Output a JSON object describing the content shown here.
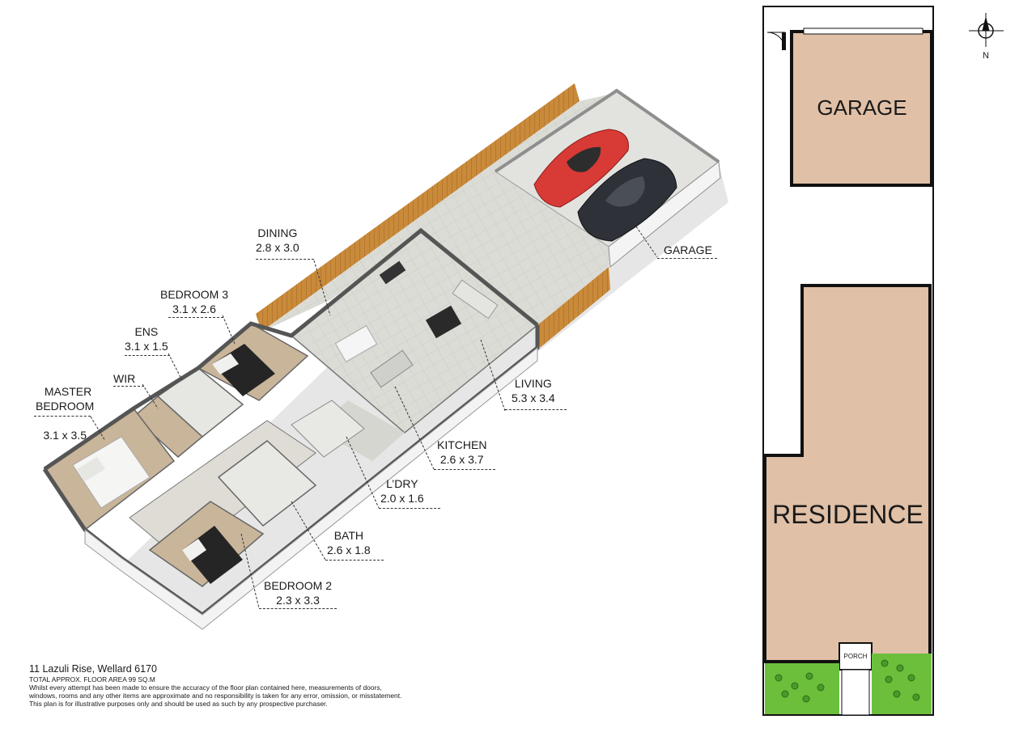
{
  "colors": {
    "floor_tile": "#d8d8d2",
    "carpet": "#c9b59a",
    "fence": "#c98a3a",
    "wall": "#ffffff",
    "site_building": "#e0c0a6",
    "site_outline": "#111111",
    "lawn": "#6cbf3a",
    "car_red": "#d83a36",
    "car_dark": "#2e3138"
  },
  "rooms": [
    {
      "name": "DINING",
      "dims": "2.8 x 3.0"
    },
    {
      "name": "BEDROOM 3",
      "dims": "3.1 x 2.6"
    },
    {
      "name": "ENS",
      "dims": "3.1 x 1.5"
    },
    {
      "name": "WIR",
      "dims": ""
    },
    {
      "name": "MASTER\nBEDROOM",
      "dims": "3.1 x 3.5"
    },
    {
      "name": "GARAGE",
      "dims": ""
    },
    {
      "name": "LIVING",
      "dims": "5.3 x 3.4"
    },
    {
      "name": "KITCHEN",
      "dims": "2.6 x 3.7"
    },
    {
      "name": "L’DRY",
      "dims": "2.0 x 1.6"
    },
    {
      "name": "BATH",
      "dims": "2.6 x 1.8"
    },
    {
      "name": "BEDROOM 2",
      "dims": "2.3 x 3.3"
    }
  ],
  "site_plan": {
    "garage_label": "GARAGE",
    "residence_label": "RESIDENCE",
    "porch_label": "PORCH",
    "north_label": "N"
  },
  "footer": {
    "address": "11 Lazuli Rise, Wellard 6170",
    "area": "TOTAL APPROX. FLOOR AREA 99 SQ.M",
    "disclaimer_1": "Whilst every attempt has been made to ensure the accuracy of the floor plan contained here, measurements of doors,",
    "disclaimer_2": "windows, rooms and any other items are approximate and no responsibility is taken for any error, omission, or misstatement.",
    "disclaimer_3": "This plan is for illustrative purposes only and should be used as such by any prospective purchaser."
  }
}
